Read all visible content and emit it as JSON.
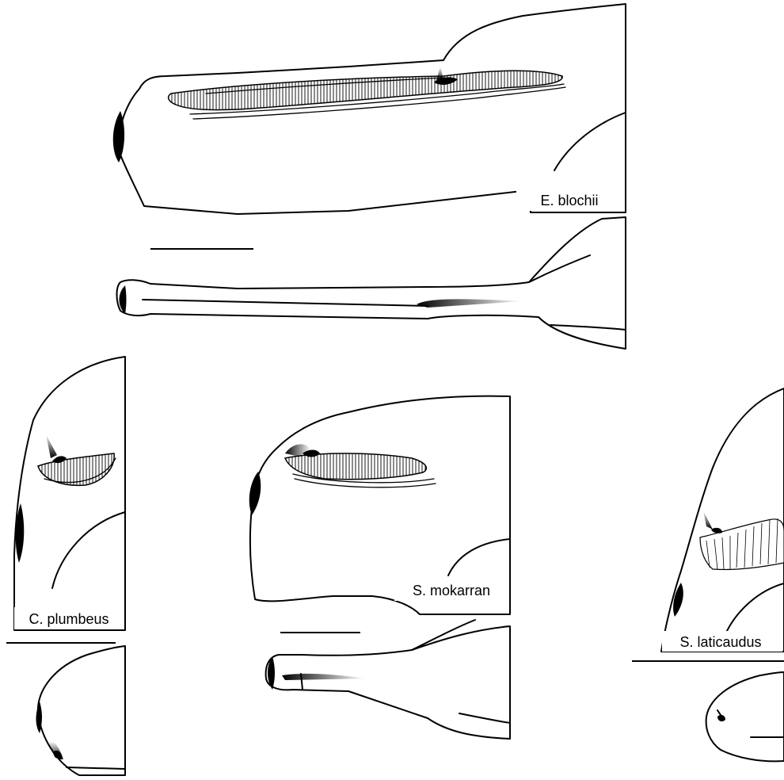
{
  "labels": {
    "blochii": "E. blochii",
    "plumbeus": "C. plumbeus",
    "mokarran": "S. mokarran",
    "laticaudus": "S. laticaudus"
  },
  "colors": {
    "ink": "#000000",
    "paper": "#ffffff"
  }
}
